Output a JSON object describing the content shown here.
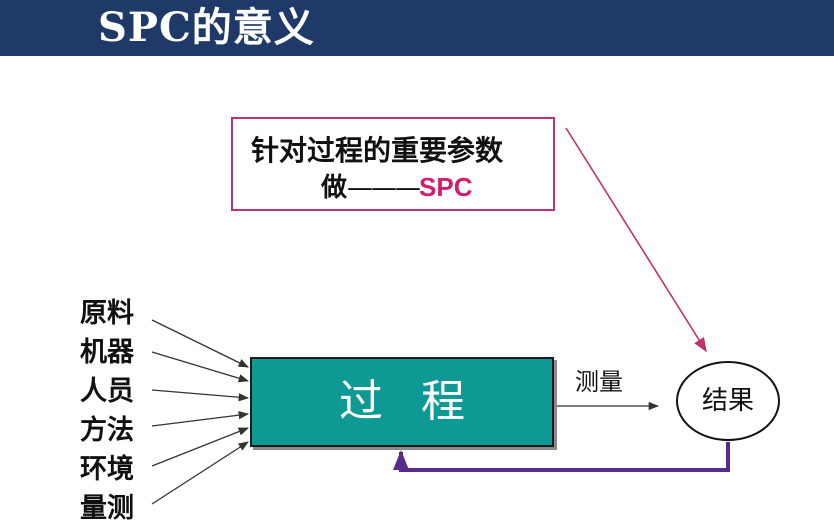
{
  "header": {
    "title": "SPC的意义"
  },
  "note": {
    "line1": "针对过程的重要参数",
    "line2_prefix": "做",
    "line2_dash": "———",
    "line2_spc": "SPC"
  },
  "inputs": [
    "原料",
    "机器",
    "人员",
    "方法",
    "环境",
    "量测"
  ],
  "process": {
    "label": "过程"
  },
  "measure": {
    "label": "测量"
  },
  "result": {
    "label": "结果"
  },
  "colors": {
    "header": "#1f3a68",
    "process": "#0f9994",
    "accent": "#d21c6e",
    "feedback": "#5a2a8c"
  }
}
